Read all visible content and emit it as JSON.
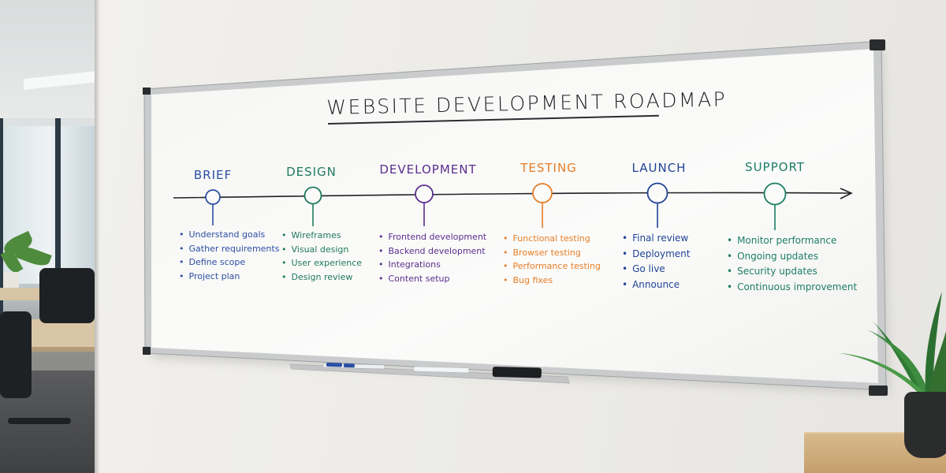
{
  "board": {
    "title": "WEBSITE DEVELOPMENT ROADMAP"
  },
  "colors": {
    "marker_black": "#1f2226",
    "brief": "#2c4fa3",
    "design": "#1f7a5c",
    "development": "#5a2e8c",
    "testing": "#e77d25",
    "launch": "#1f4496",
    "support": "#1e7d66"
  },
  "phases": [
    {
      "name": "BRIEF",
      "items": [
        "Understand goals",
        "Gather requirements",
        "Define scope",
        "Project plan"
      ]
    },
    {
      "name": "DESIGN",
      "items": [
        "Wireframes",
        "Visual design",
        "User experience",
        "Design review"
      ]
    },
    {
      "name": "DEVELOPMENT",
      "items": [
        "Frontend development",
        "Backend development",
        "Integrations",
        "Content setup"
      ]
    },
    {
      "name": "TESTING",
      "items": [
        "Functional testing",
        "Browser testing",
        "Performance testing",
        "Bug fixes"
      ]
    },
    {
      "name": "LAUNCH",
      "items": [
        "Final review",
        "Deployment",
        "Go live",
        "Announce"
      ]
    },
    {
      "name": "SUPPORT",
      "items": [
        "Monitor performance",
        "Ongoing updates",
        "Security updates",
        "Continuous improvement"
      ]
    }
  ]
}
